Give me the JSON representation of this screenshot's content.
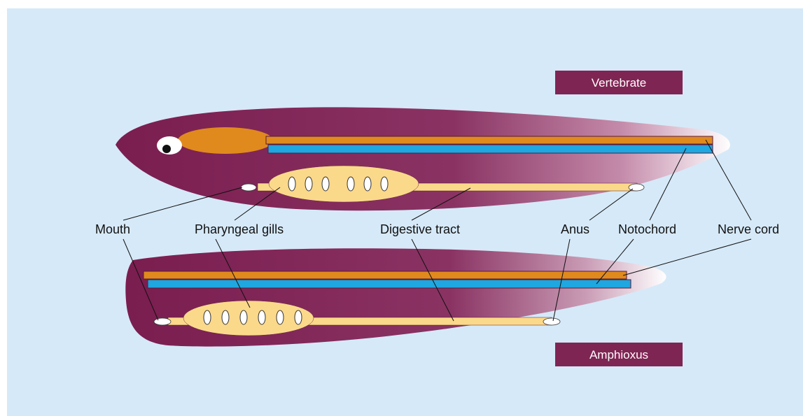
{
  "diagram": {
    "tags": {
      "vertebrate": "Vertebrate",
      "amphioxus": "Amphioxus"
    },
    "labels": {
      "mouth": "Mouth",
      "pharyngeal_gills": "Pharyngeal gills",
      "digestive_tract": "Digestive tract",
      "anus": "Anus",
      "notochord": "Notochord",
      "nerve_cord": "Nerve cord"
    },
    "colors": {
      "background": "#d6e9f8",
      "body": "#7a1d4f",
      "tag": "#7f2553",
      "nerve_cord": "#e08a1e",
      "notochord": "#1ea7e0",
      "pharynx_and_gut": "#fbd98a",
      "brain": "#e08a1e"
    },
    "gill_slit_count": {
      "vertebrate": 6,
      "amphioxus": 6
    }
  }
}
